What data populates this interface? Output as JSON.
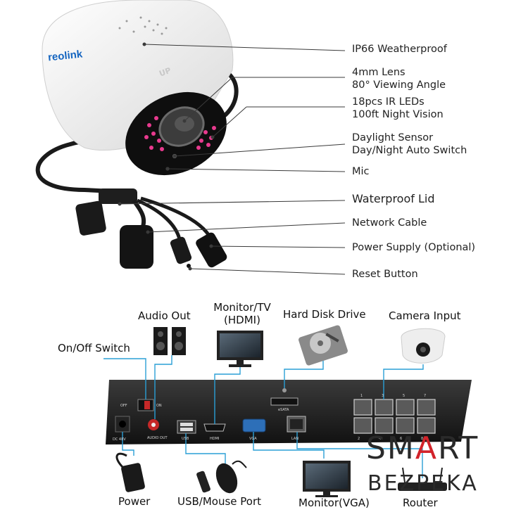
{
  "camera": {
    "brand": "reolink",
    "lens_mark": "UP",
    "features": [
      {
        "line1": "IP66 Weatherproof",
        "line2": ""
      },
      {
        "line1": "4mm Lens",
        "line2": "80° Viewing Angle"
      },
      {
        "line1": "18pcs IR LEDs",
        "line2": "100ft Night Vision"
      },
      {
        "line1": "Daylight Sensor",
        "line2": "Day/Night Auto Switch"
      },
      {
        "line1": "Mic",
        "line2": ""
      },
      {
        "line1": "Waterproof Lid",
        "line2": ""
      },
      {
        "line1": "Network Cable",
        "line2": ""
      },
      {
        "line1": "Power Supply (Optional)",
        "line2": ""
      },
      {
        "line1": "Reset Button",
        "line2": ""
      }
    ]
  },
  "nvr": {
    "top_labels": {
      "audio_out": "Audio Out",
      "monitor_tv_line1": "Monitor/TV",
      "monitor_tv_line2": "(HDMI)",
      "hard_disk": "Hard Disk Drive",
      "camera_input": "Camera Input",
      "on_off": "On/Off Switch"
    },
    "bottom_labels": {
      "power": "Power",
      "usb_mouse": "USB/Mouse Port",
      "monitor_vga": "Monitor(VGA)",
      "router": "Router"
    },
    "panel_labels": {
      "dc": "DC 48V",
      "audio_out": "AUDIO OUT",
      "usb": "USB",
      "hdmi": "HDMI",
      "vga": "VGA",
      "lan": "LAN",
      "esata": "eSATA",
      "off": "OFF",
      "on": "ON"
    },
    "port_numbers_top": [
      "1",
      "3",
      "5",
      "7"
    ],
    "port_numbers_bottom": [
      "2",
      "4",
      "6",
      "8"
    ]
  },
  "watermark": {
    "line1_a": "SM",
    "line1_b": "A",
    "line1_c": "RT",
    "line2": "BEZPEKA"
  },
  "colors": {
    "callout_line": "#3a3a3a",
    "connector_line": "#2a9fd6",
    "ir_led": "#e83a8e",
    "brand": "#1565c0",
    "watermark_accent": "#d2232a"
  }
}
